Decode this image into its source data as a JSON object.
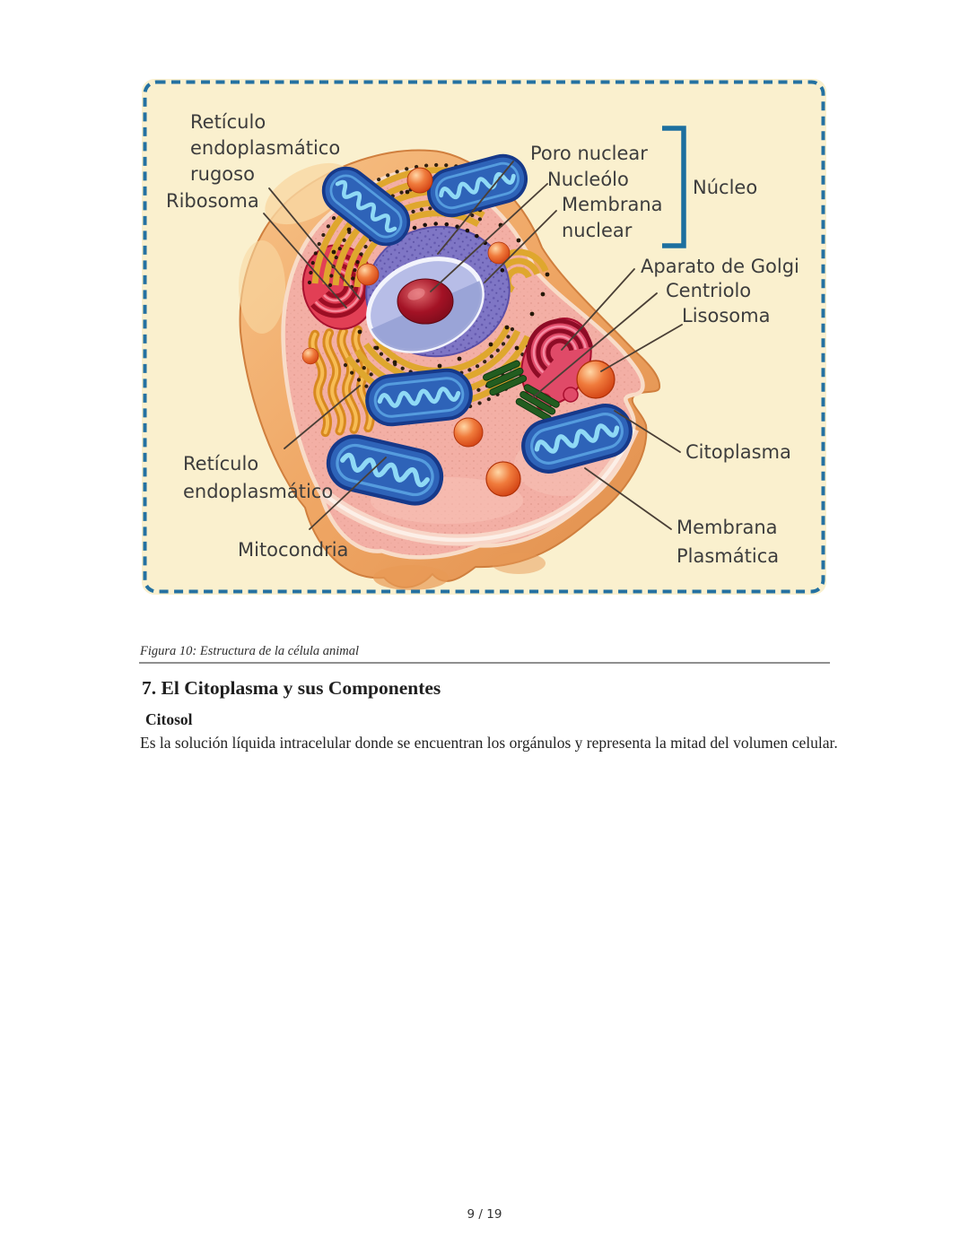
{
  "figure": {
    "caption": "Figura 10: Estructura de la célula animal",
    "colors": {
      "border": "#2471A1",
      "background": "#FAF0CE",
      "bracket": "#1C6F9F",
      "label_text": "#3D3D3D"
    },
    "labels": {
      "reticulo_rugoso": "Retículo\nendoplasmático\nrugoso",
      "ribosoma": "Ribosoma",
      "poro_nuclear": "Poro nuclear",
      "nucleolo": "Nucleólo",
      "membrana_nuclear": "Membrana\nnuclear",
      "nucleo": "Núcleo",
      "aparato_golgi": "Aparato de Golgi",
      "centriolo": "Centriolo",
      "lisosoma": "Lisosoma",
      "citoplasma": "Citoplasma",
      "reticulo_endoplasmatico": "Retículo\nendoplasmático",
      "mitocondria": "Mitocondria",
      "membrana_plasmatica": "Membrana\nPlasmática"
    }
  },
  "section": {
    "heading": "7. El Citoplasma y sus Componentes",
    "subheading": "Citosol",
    "body": "Es la solución líquida intracelular donde se encuentran los orgánulos y representa la mitad del volumen celular."
  },
  "page": {
    "number_label": "9 / 19"
  }
}
